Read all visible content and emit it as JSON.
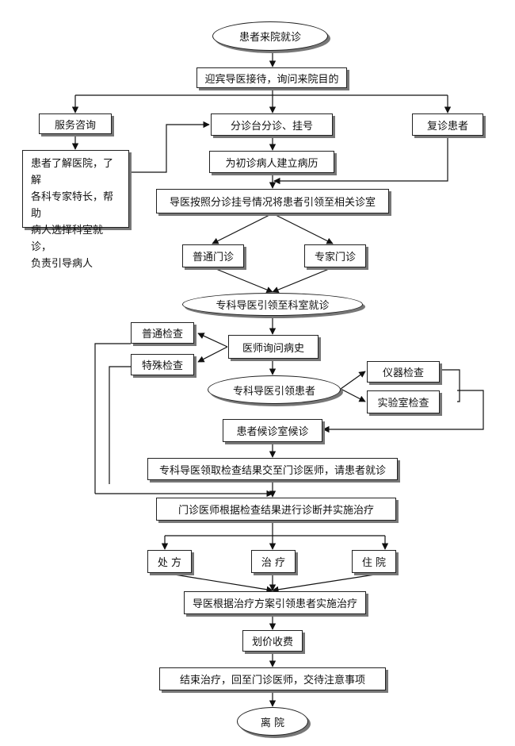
{
  "flowchart": {
    "start": "患者来院就诊",
    "greeting": "迎宾导医接待，询问来院目的",
    "consult": "服务咨询",
    "triage": "分诊台分诊、挂号",
    "revisit": "复诊患者",
    "consult_note": [
      "患者了解医院，了解",
      "各科专家特长，帮助",
      "病人选择科室就诊，",
      "负责引导病人"
    ],
    "record": "为初诊病人建立病历",
    "guide_room": "导医按照分诊挂号情况将患者引领至相关诊室",
    "general_clinic": "普通门诊",
    "expert_clinic": "专家门诊",
    "dept_guide": "专科导医引领至科室就诊",
    "general_exam": "普通检查",
    "special_exam": "特殊检查",
    "history": "医师询问病史",
    "dept_guide_patient": "专科导医引领患者",
    "instrument_exam": "仪器检查",
    "lab_exam": "实验室检查",
    "waiting": "患者候诊室候诊",
    "results": "专科导医领取检查结果交至门诊医师，请患者就诊",
    "diagnosis": "门诊医师根据检查结果进行诊断并实施治疗",
    "prescription": "处 方",
    "treatment": "治 疗",
    "hospitalize": "住 院",
    "implement": "导医根据治疗方案引领患者实施治疗",
    "billing": "划价收费",
    "end_treatment": "结束治疗，回至门诊医师，交待注意事项",
    "leave": "离 院"
  }
}
